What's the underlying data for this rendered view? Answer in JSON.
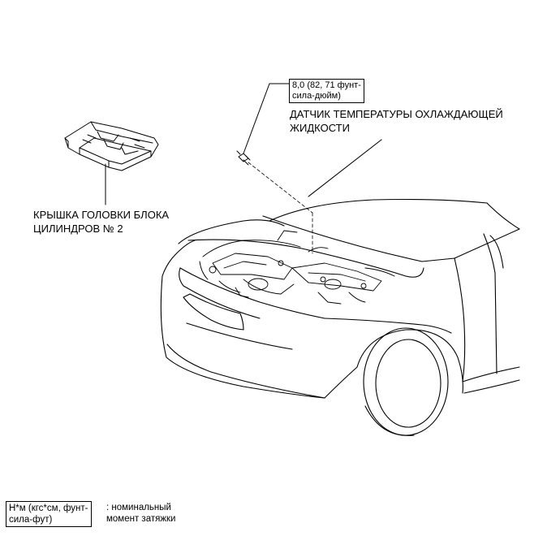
{
  "callouts": {
    "sensor_torque_line1": "8,0 (82, 71 фунт-",
    "sensor_torque_line2": "сила-дюйм)",
    "sensor_label_line1": "ДАТЧИК ТЕМПЕРАТУРЫ ОХЛАЖДАЮЩЕЙ",
    "sensor_label_line2": "ЖИДКОСТИ",
    "cover_label_line1": "КРЫШКА ГОЛОВКИ БЛОКА",
    "cover_label_line2": "ЦИЛИНДРОВ № 2"
  },
  "legend": {
    "box_line1": "Н*м (кгс*см, фунт-",
    "box_line2": "сила-фут)",
    "desc_line1": ": номинальный",
    "desc_line2": "момент затяжки"
  }
}
